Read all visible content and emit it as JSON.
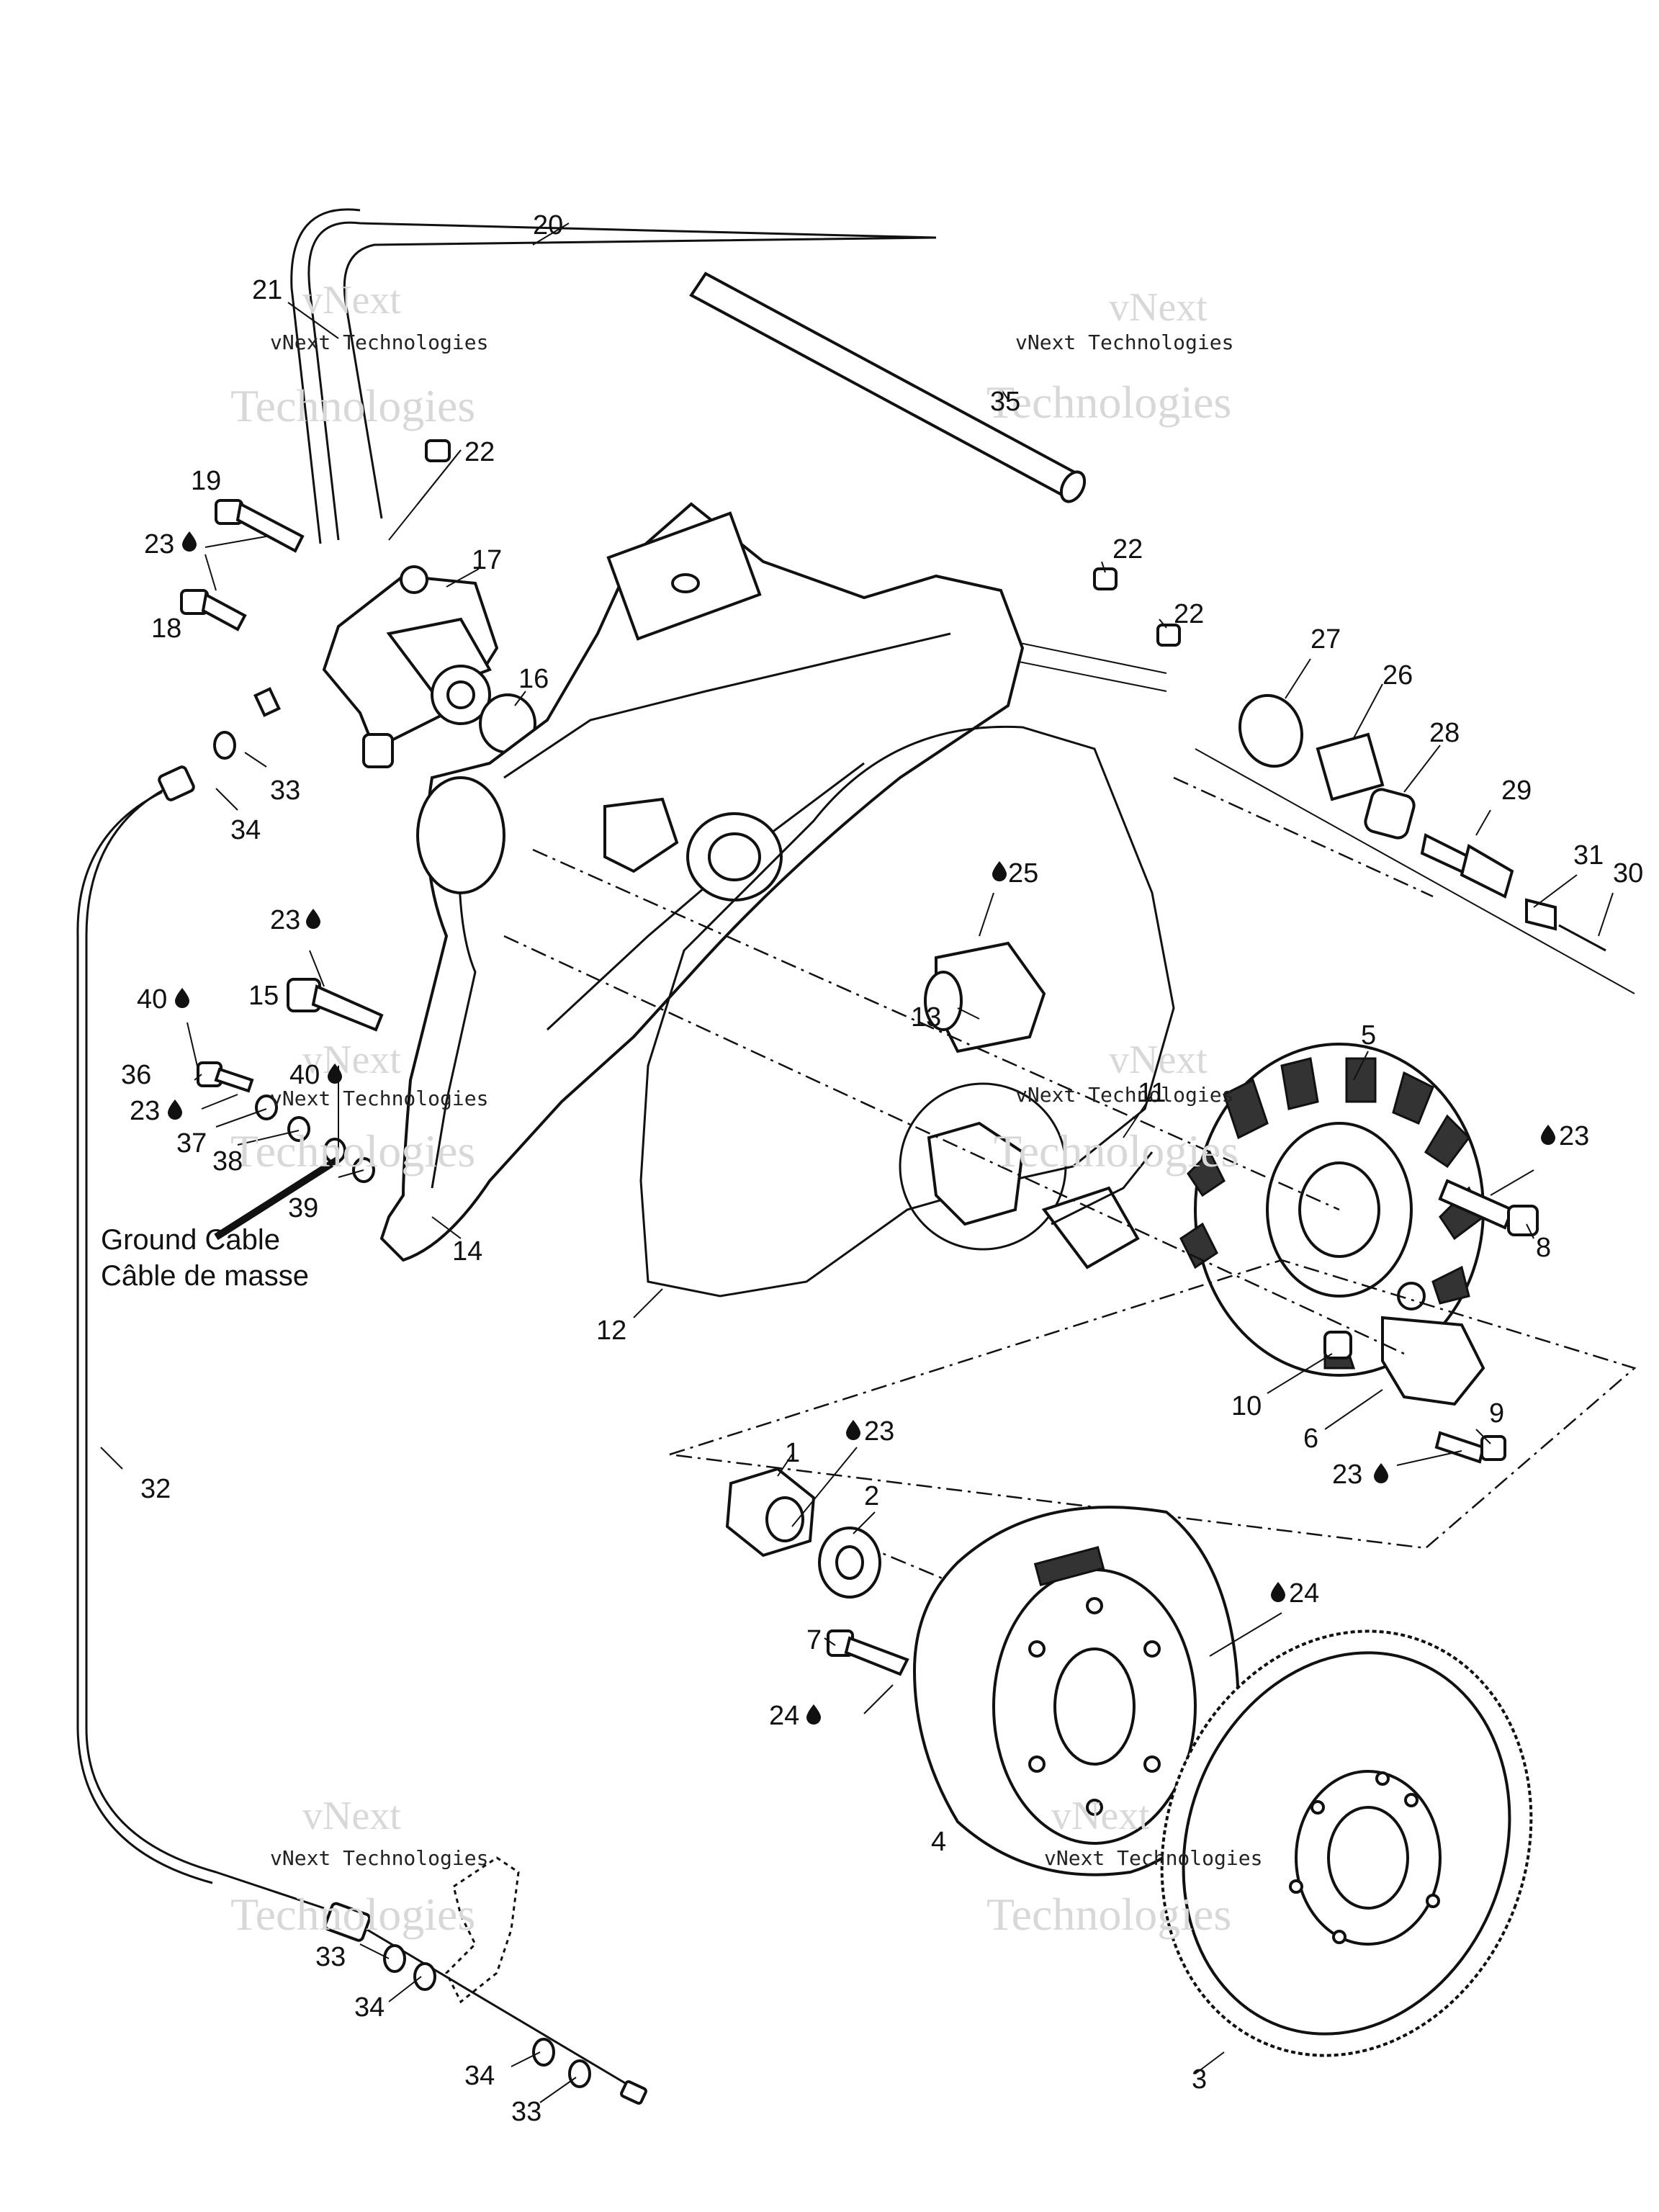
{
  "watermark": {
    "line1": "vNext",
    "line2": "vNext Technologies",
    "line3": "Technologies"
  },
  "ground_cable": {
    "line1": "Ground Cable",
    "line2": "Câble de masse"
  },
  "labels": {
    "l1": "1",
    "l2": "2",
    "l3": "3",
    "l4": "4",
    "l5": "5",
    "l6": "6",
    "l7": "7",
    "l8": "8",
    "l9": "9",
    "l10": "10",
    "l11": "11",
    "l12": "12",
    "l13": "13",
    "l14": "14",
    "l15": "15",
    "l16": "16",
    "l17": "17",
    "l18": "18",
    "l19": "19",
    "l20": "20",
    "l21": "21",
    "l22a": "22",
    "l22b": "22",
    "l22c": "22",
    "l23a": "23",
    "l23b": "23",
    "l23c": "23",
    "l23d": "23",
    "l23e": "23",
    "l23f": "23",
    "l24a": "24",
    "l24b": "24",
    "l25": "25",
    "l26": "26",
    "l27": "27",
    "l28": "28",
    "l29": "29",
    "l30": "30",
    "l31": "31",
    "l32": "32",
    "l33a": "33",
    "l33b": "33",
    "l33c": "33",
    "l34a": "34",
    "l34b": "34",
    "l34c": "34",
    "l35": "35",
    "l36": "36",
    "l37": "37",
    "l38": "38",
    "l39": "39",
    "l40a": "40",
    "l40b": "40"
  },
  "icons": {
    "liquid_drop": "drop-icon"
  }
}
